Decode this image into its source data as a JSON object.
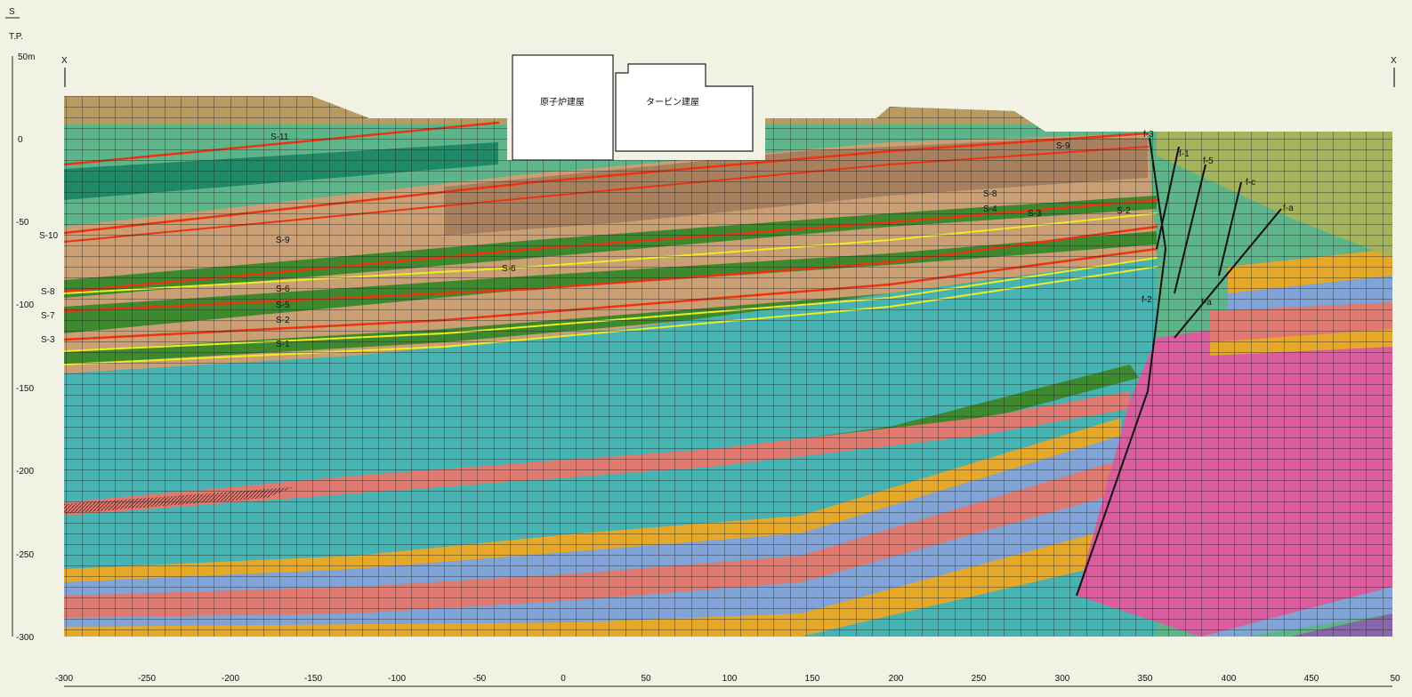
{
  "section": {
    "left_letter": "S",
    "right_letter": "X",
    "x_marker": "X",
    "tp_label": "T.P."
  },
  "buildings": {
    "reactor": "原子炉建屋",
    "turbine": "タービン建屋"
  },
  "elevation_axis": {
    "ticks": [
      "50m",
      "0",
      "-50",
      "-100",
      "-150",
      "-200",
      "-250",
      "-300"
    ]
  },
  "distance_axis": {
    "ticks": [
      "-300",
      "-250",
      "-200",
      "-150",
      "-100",
      "-50",
      "0",
      "50",
      "100",
      "150",
      "200",
      "250",
      "300",
      "350",
      "400",
      "450",
      "50"
    ]
  },
  "left_layer_labels": [
    "S-10",
    "S-8",
    "S-7",
    "S-3"
  ],
  "inner_layer_labels": [
    "S-11",
    "S-9",
    "S-6",
    "S-5",
    "S-2",
    "S-1",
    "S-6",
    "S-9",
    "S-8",
    "S-4",
    "S-3",
    "S-2"
  ],
  "fault_labels": [
    "f-3",
    "f-1",
    "f-5",
    "f-c",
    "f-a",
    "f-2",
    "f-a"
  ],
  "colors": {
    "surface": "#b89a62",
    "green_light": "#5db58a",
    "green_dark": "#1f8a68",
    "brown": "#c99f73",
    "brown_dark": "#a8805e",
    "grass": "#3d8a2e",
    "seam_red": "#ee3311",
    "seam_yellow": "#eeee22",
    "cyan": "#47b4b4",
    "salmon": "#e07a70",
    "blue": "#80a4d8",
    "gold": "#e5a828",
    "magenta": "#dc5ca0",
    "olive": "#a4b45c"
  }
}
